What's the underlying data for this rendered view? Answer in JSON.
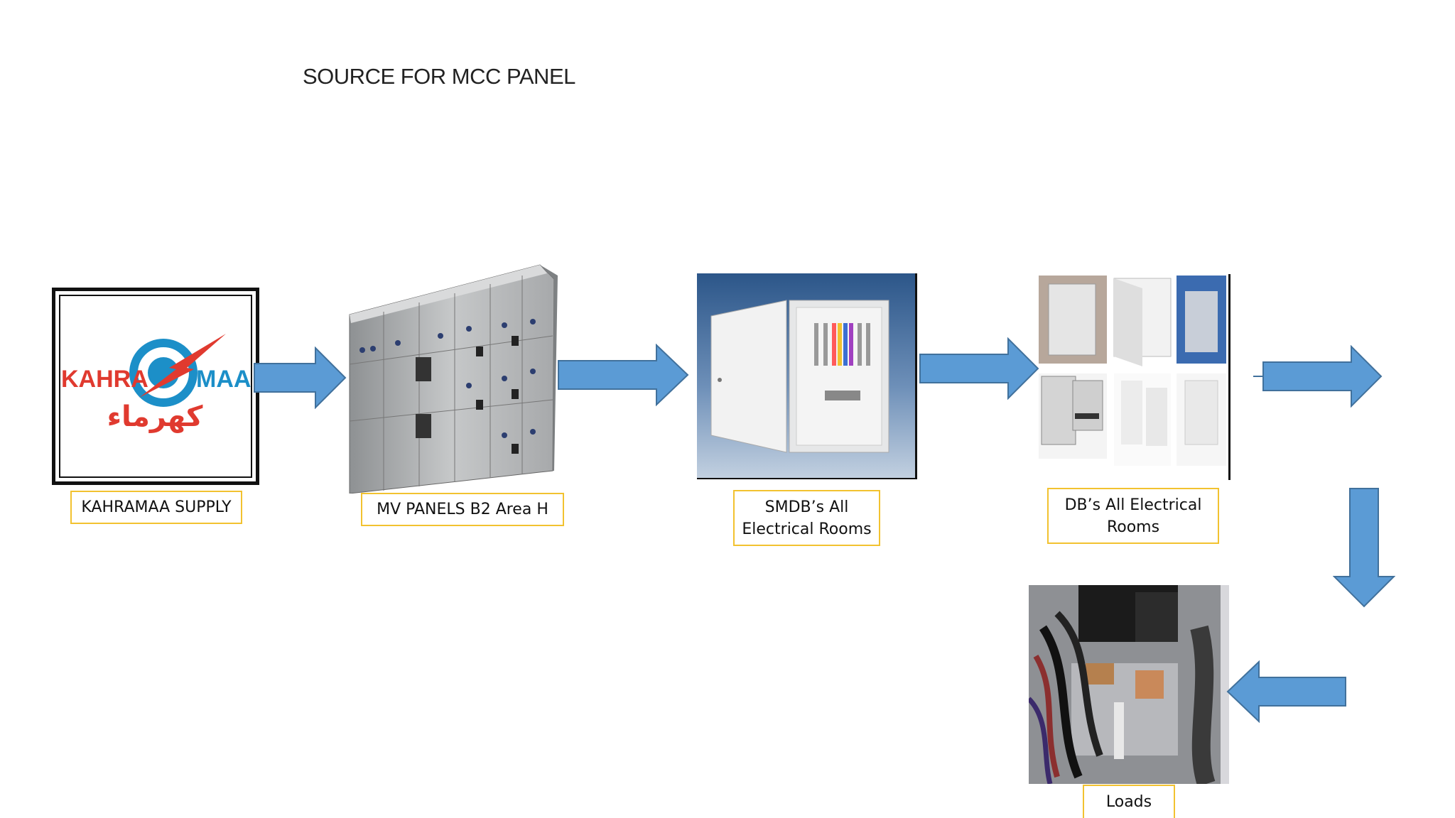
{
  "title": "SOURCE FOR MCC PANEL",
  "nodes": {
    "kahramaa": {
      "label": "KAHRAMAA SUPPLY",
      "logo_text_left": "KAHRA",
      "logo_text_right": "MAA",
      "logo_text_arabic": "كهرماء"
    },
    "mv_panels": {
      "label": "MV PANELS B2 Area H"
    },
    "smdb": {
      "label_line1": "SMDB’s All",
      "label_line2": "Electrical Rooms"
    },
    "db": {
      "label_line1": "DB’s All Electrical",
      "label_line2": "Rooms"
    },
    "loads": {
      "label": "Loads"
    }
  },
  "colors": {
    "arrow_fill": "#5b9bd5",
    "arrow_stroke": "#41719c",
    "label_border": "#f2c230",
    "logo_red": "#e03a2f",
    "logo_blue": "#1c8fc8"
  }
}
